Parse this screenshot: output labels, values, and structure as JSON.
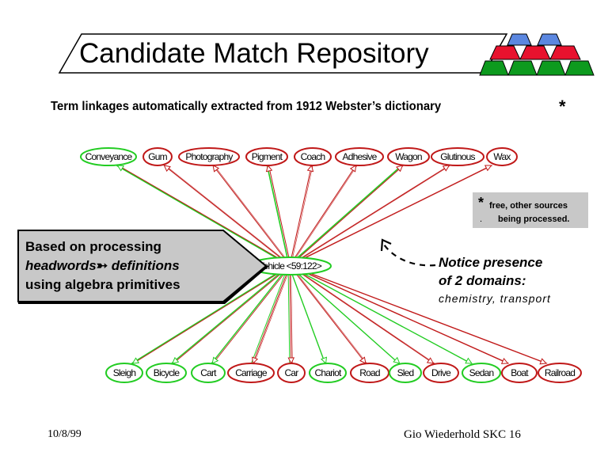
{
  "slide": {
    "title": "Candidate Match Repository",
    "subtitle": "Term linkages automatically extracted from 1912 Webster’s dictionary",
    "subtitle_marker": "*",
    "logo": {
      "icon": "stacked-trapezoid-pyramid-icon",
      "rows": [
        {
          "color": "#5b87e0",
          "count": 2
        },
        {
          "color": "#e8122e",
          "count": 3
        },
        {
          "color": "#0d9a1e",
          "count": 4
        }
      ]
    }
  },
  "graph": {
    "center": {
      "label": "Vehicle <59:122>",
      "domain": "transport"
    },
    "colors": {
      "transport": "#22cc22",
      "chemistry": "#c01818"
    },
    "top_nodes": [
      {
        "label": "Conveyance",
        "domain": "transport"
      },
      {
        "label": "Gum",
        "domain": "chemistry"
      },
      {
        "label": "Photography",
        "domain": "chemistry"
      },
      {
        "label": "Pigment",
        "domain": "chemistry"
      },
      {
        "label": "Coach",
        "domain": "chemistry"
      },
      {
        "label": "Adhesive",
        "domain": "chemistry"
      },
      {
        "label": "Wagon",
        "domain": "chemistry"
      },
      {
        "label": "Glutinous",
        "domain": "chemistry"
      },
      {
        "label": "Wax",
        "domain": "chemistry"
      }
    ],
    "bottom_nodes": [
      {
        "label": "Sleigh",
        "domain": "transport"
      },
      {
        "label": "Bicycle",
        "domain": "transport"
      },
      {
        "label": "Cart",
        "domain": "transport"
      },
      {
        "label": "Carriage",
        "domain": "chemistry"
      },
      {
        "label": "Car",
        "domain": "chemistry"
      },
      {
        "label": "Chariot",
        "domain": "transport"
      },
      {
        "label": "Road",
        "domain": "chemistry"
      },
      {
        "label": "Sled",
        "domain": "transport"
      },
      {
        "label": "Drive",
        "domain": "chemistry"
      },
      {
        "label": "Sedan",
        "domain": "transport"
      },
      {
        "label": "Boat",
        "domain": "chemistry"
      },
      {
        "label": "Railroad",
        "domain": "chemistry"
      }
    ]
  },
  "note": {
    "marker": "*",
    "line1": "free, other sources",
    "line2": "being processed.",
    "dot": "."
  },
  "callout": {
    "line1": "Based on processing",
    "line2_a": "headwords",
    "line2_arrow": "➳",
    "line2_b": " definitions",
    "line3": "using algebra primitives"
  },
  "notice": {
    "line1": "Notice presence",
    "line2": "of 2 domains:",
    "line3": "chemistry, transport"
  },
  "footer": {
    "date": "10/8/99",
    "author": "Gio Wiederhold  SKC 16"
  }
}
